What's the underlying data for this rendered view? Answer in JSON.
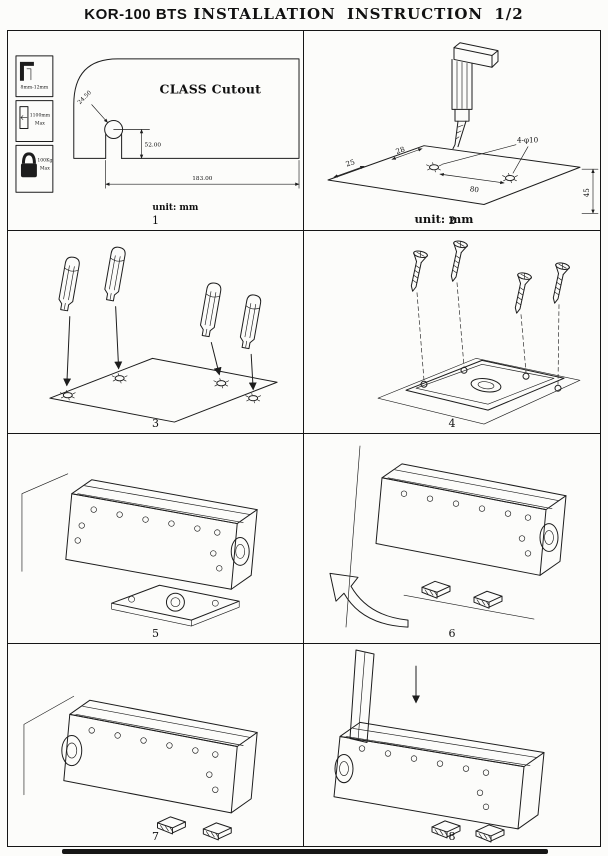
{
  "title_left": "KOR-100 BTS",
  "title_right": "INSTALLATION INSTRUCTION 1/2",
  "icons": {
    "glass-thickness-icon": "glass corner line-art",
    "door-width-icon": "door leaf line-art",
    "weight-icon": "filled weight/padlock shape",
    "drill-icon": "hand drill line-art",
    "wall-anchor-icon": "expansion plug line-art",
    "screw-icon": "countersunk screw line-art",
    "rotation-arrow-icon": "curved outline arrow",
    "down-arrow-icon": "straight down arrow"
  },
  "panels": {
    "p1": {
      "number": "1",
      "cutout_title": "CLASS Cutout",
      "unit": "unit: mm",
      "dims": {
        "diagonal": "24.50",
        "vertical": "52.00",
        "horizontal": "183.00"
      },
      "legend": {
        "thickness": "8mm-12mm",
        "width": "1100mm",
        "width_max": "Max",
        "weight": "100Kg",
        "weight_max": "Max"
      }
    },
    "p2": {
      "number": "2",
      "unit": "unit: mm",
      "dims": {
        "edge": "28",
        "side": "25",
        "span": "80",
        "depth": "45",
        "holes": "4-φ10"
      }
    },
    "p3": {
      "number": "3"
    },
    "p4": {
      "number": "4"
    },
    "p5": {
      "number": "5"
    },
    "p6": {
      "number": "6"
    },
    "p7": {
      "number": "7"
    },
    "p8": {
      "number": "8"
    }
  }
}
